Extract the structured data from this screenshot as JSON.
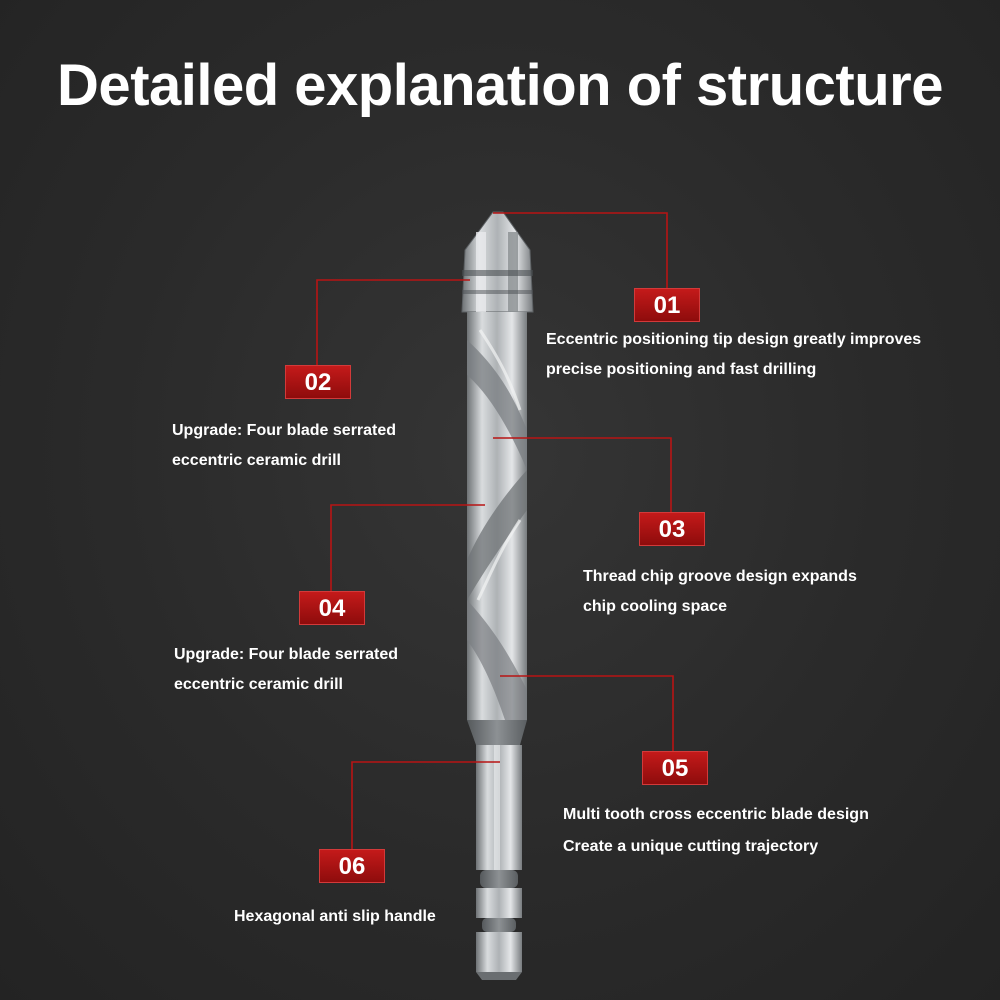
{
  "title": "Detailed explanation of structure",
  "colors": {
    "background": "#2b2b2b",
    "accent": "#b81414",
    "text": "#ffffff",
    "steel": "#bfc3c6"
  },
  "callouts": [
    {
      "number": "01",
      "lines": [
        "Eccentric positioning tip design greatly improves",
        "precise positioning and fast drilling"
      ]
    },
    {
      "number": "02",
      "lines": [
        "Upgrade: Four blade serrated",
        "eccentric ceramic drill"
      ]
    },
    {
      "number": "03",
      "lines": [
        "Thread chip groove design expands",
        "chip cooling space"
      ]
    },
    {
      "number": "04",
      "lines": [
        "Upgrade: Four blade serrated",
        "eccentric ceramic drill"
      ]
    },
    {
      "number": "05",
      "lines": [
        "Multi tooth cross eccentric blade design",
        "Create a unique cutting trajectory"
      ]
    },
    {
      "number": "06",
      "lines": [
        "Hexagonal anti slip handle"
      ]
    }
  ]
}
